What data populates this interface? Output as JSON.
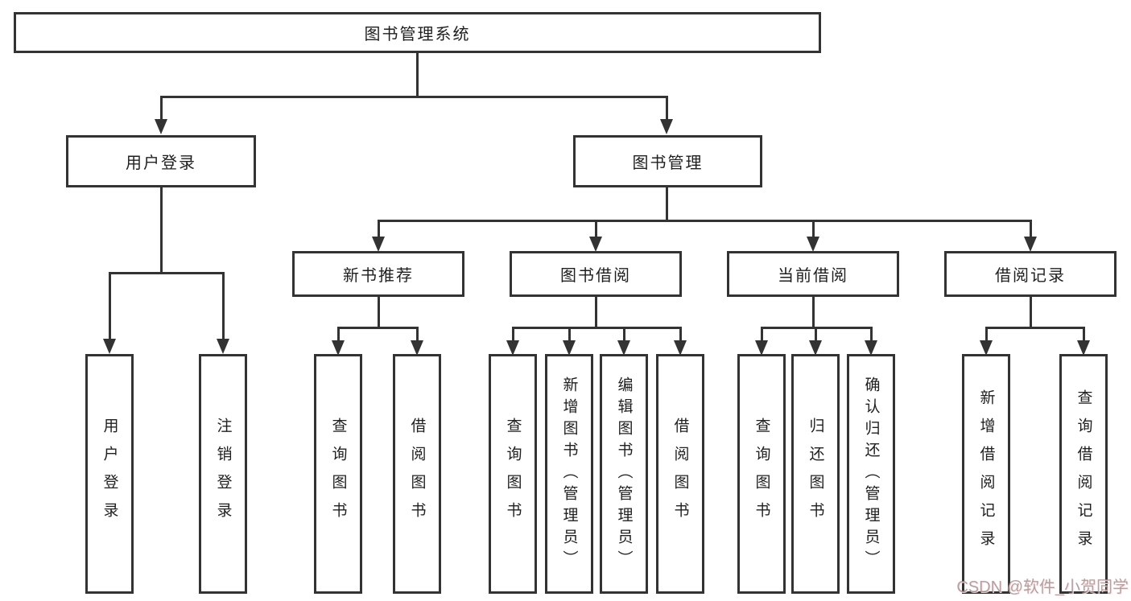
{
  "tree": {
    "label": "图书管理系统",
    "children": [
      {
        "label": "用户登录",
        "children": [
          {
            "label": "用户登录"
          },
          {
            "label": "注销登录"
          }
        ]
      },
      {
        "label": "图书管理",
        "children": [
          {
            "label": "新书推荐",
            "children": [
              {
                "label": "查询图书"
              },
              {
                "label": "借阅图书"
              }
            ]
          },
          {
            "label": "图书借阅",
            "children": [
              {
                "label": "查询图书"
              },
              {
                "label": "新增图书（管理员）"
              },
              {
                "label": "编辑图书（管理员）"
              },
              {
                "label": "借阅图书"
              }
            ]
          },
          {
            "label": "当前借阅",
            "children": [
              {
                "label": "查询图书"
              },
              {
                "label": "归还图书"
              },
              {
                "label": "确认归还（管理员）"
              }
            ]
          },
          {
            "label": "借阅记录",
            "children": [
              {
                "label": "新增借阅记录"
              },
              {
                "label": "查询借阅记录"
              }
            ]
          }
        ]
      }
    ]
  },
  "watermark": "CSDN @软件_小贺同学",
  "colors": {
    "line": "#333333",
    "box_background": "#ffffff",
    "text": "#1f1f1f",
    "watermark": "#9e8a8c"
  }
}
